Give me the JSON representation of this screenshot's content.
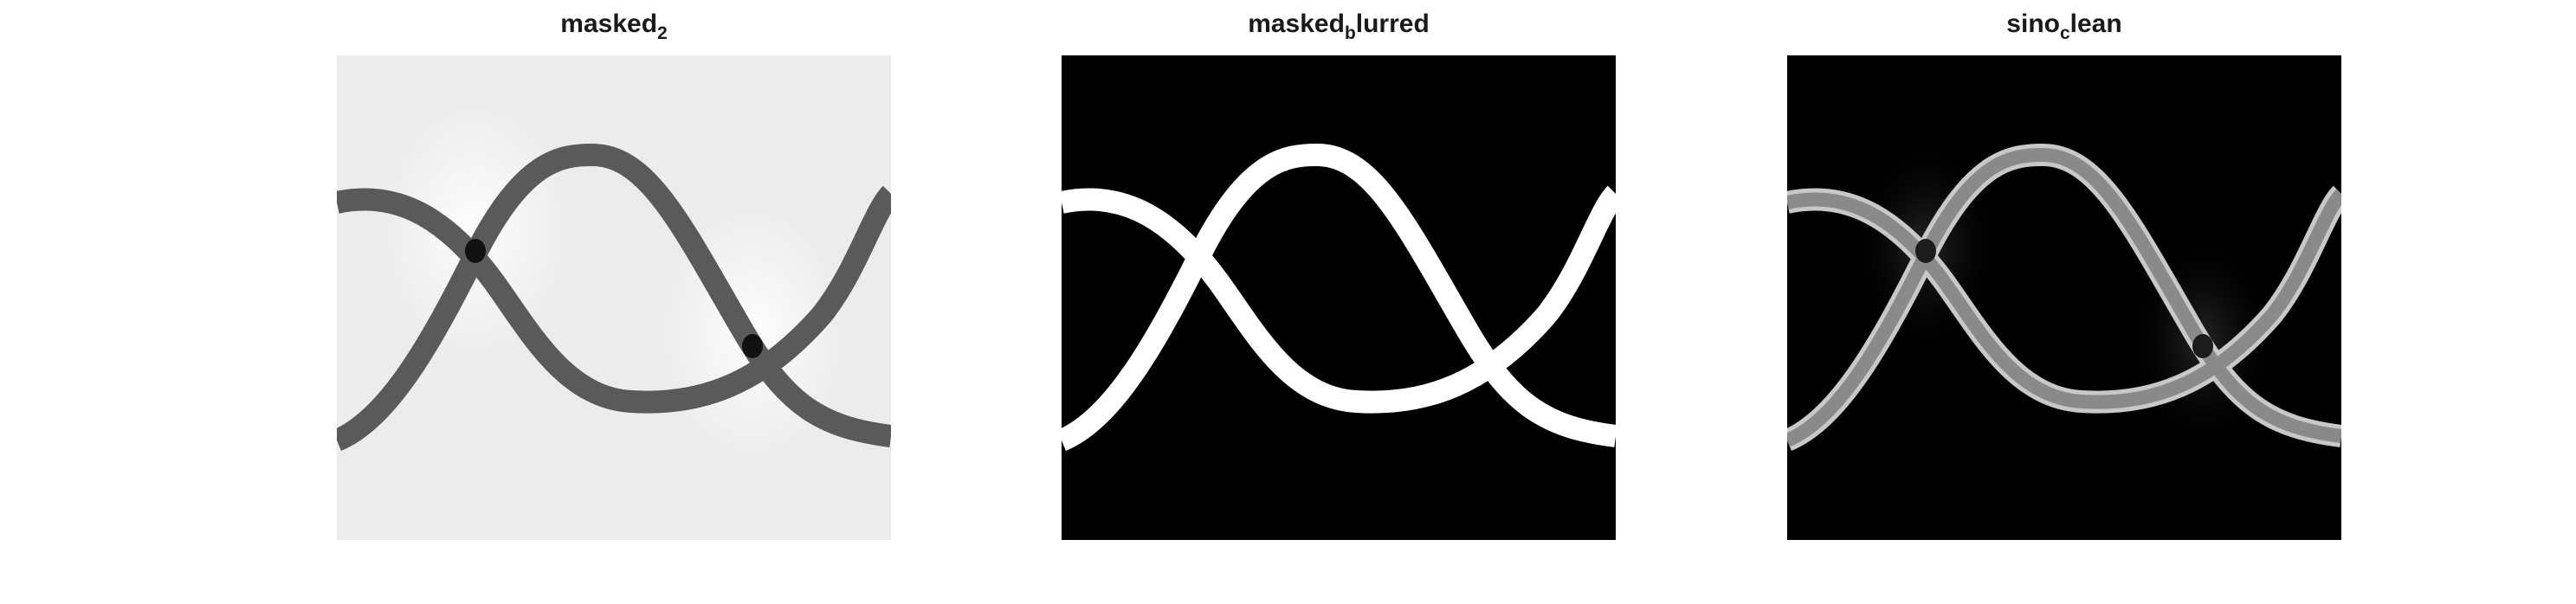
{
  "figure": {
    "panels": [
      {
        "id": "masked2",
        "title_main": "masked",
        "title_sub": "2",
        "title_rest": "",
        "background_color": "#ececec",
        "curve_color": "#555555",
        "crossing_color": "#111111",
        "colormap": "grayscale"
      },
      {
        "id": "masked_blurred",
        "title_main": "masked",
        "title_sub": "b",
        "title_rest": "lurred",
        "background_color": "#000000",
        "curve_color": "#ffffff",
        "crossing_color": "#ffffff",
        "colormap": "binary"
      },
      {
        "id": "sino_clean",
        "title_main": "sino",
        "title_sub": "c",
        "title_rest": "lean",
        "background_color": "#000000",
        "curve_color": "#9a9a9a",
        "crossing_color": "#222222",
        "colormap": "grayscale"
      }
    ]
  }
}
